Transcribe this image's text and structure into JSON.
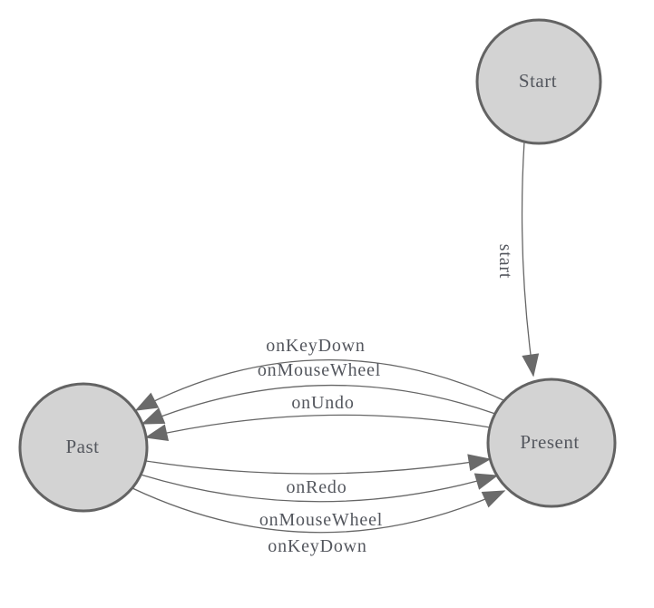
{
  "colors": {
    "background": "#ffffff",
    "node_fill": "#d3d3d3",
    "node_stroke": "#636363",
    "edge_stroke": "#666666",
    "arrowhead_fill": "#6a6a6a",
    "label_text": "#54575e"
  },
  "nodes": [
    {
      "id": "start",
      "label": "Start"
    },
    {
      "id": "present",
      "label": "Present"
    },
    {
      "id": "past",
      "label": "Past"
    }
  ],
  "edges": [
    {
      "id": "start-to-present",
      "from": "Start",
      "to": "Present",
      "label": "start"
    },
    {
      "id": "present-to-past-onkeydown",
      "from": "Present",
      "to": "Past",
      "label": "onKeyDown"
    },
    {
      "id": "present-to-past-onmousewheel",
      "from": "Present",
      "to": "Past",
      "label": "onMouseWheel"
    },
    {
      "id": "present-to-past-onundo",
      "from": "Present",
      "to": "Past",
      "label": "onUndo"
    },
    {
      "id": "past-to-present-onredo",
      "from": "Past",
      "to": "Present",
      "label": "onRedo"
    },
    {
      "id": "past-to-present-onmousewheel",
      "from": "Past",
      "to": "Present",
      "label": "onMouseWheel"
    },
    {
      "id": "past-to-present-onkeydown",
      "from": "Past",
      "to": "Present",
      "label": "onKeyDown"
    }
  ]
}
